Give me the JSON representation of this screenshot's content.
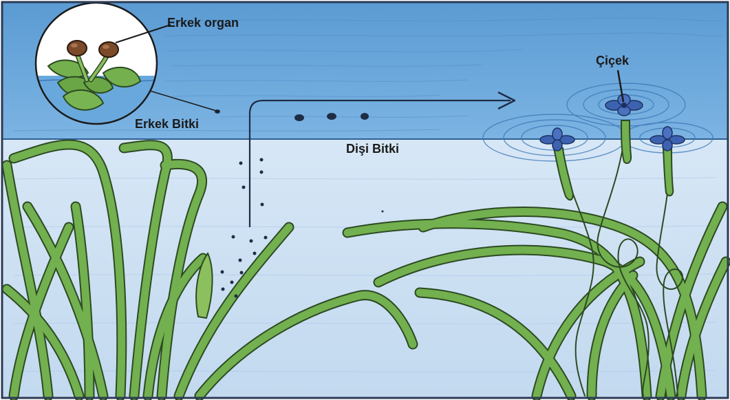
{
  "labels": {
    "male_organ": "Erkek organ",
    "male_plant": "Erkek Bitki",
    "female_plant": "Dişi Bitki",
    "flower": "Çiçek"
  },
  "colors": {
    "water_surface": "#5e9fd6",
    "water_deep": "#c9def2",
    "leaf": "#6fac4c",
    "leaf_outline": "#2c4a22",
    "flower": "#3d63b0",
    "stamen": "#7a4a2a",
    "line": "#1f2d44"
  },
  "icons": {
    "zoom_inset": "magnified-male-flower-circle",
    "arrow": "pollen-path-arrow",
    "flower": "blue-female-flower-icon"
  }
}
